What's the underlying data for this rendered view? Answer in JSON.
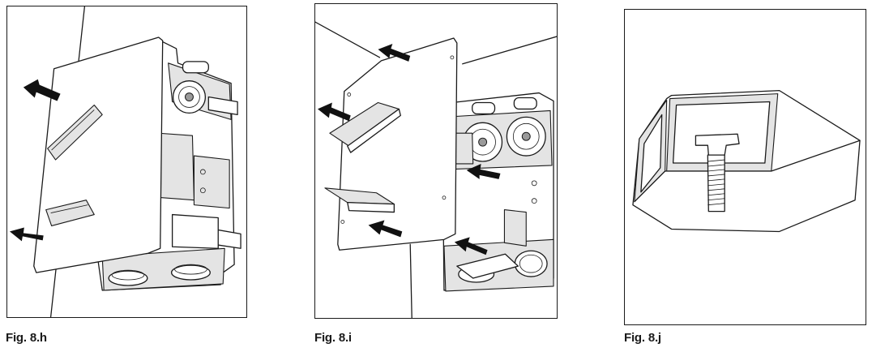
{
  "figures": [
    {
      "id": "fig-8h",
      "caption": "Fig. 8.h",
      "content": "Unit cover removal with arrows indicating direction"
    },
    {
      "id": "fig-8i",
      "caption": "Fig. 8.i",
      "content": "Unit with cover and filter handles removed, arrows"
    },
    {
      "id": "fig-8j",
      "caption": "Fig. 8.j",
      "content": "Ceiling mount bracket with threaded bolt"
    }
  ],
  "colors": {
    "line": "#1a1a1a",
    "arrow": "#111111",
    "panel_border": "#1a1a1a",
    "background": "#ffffff"
  }
}
